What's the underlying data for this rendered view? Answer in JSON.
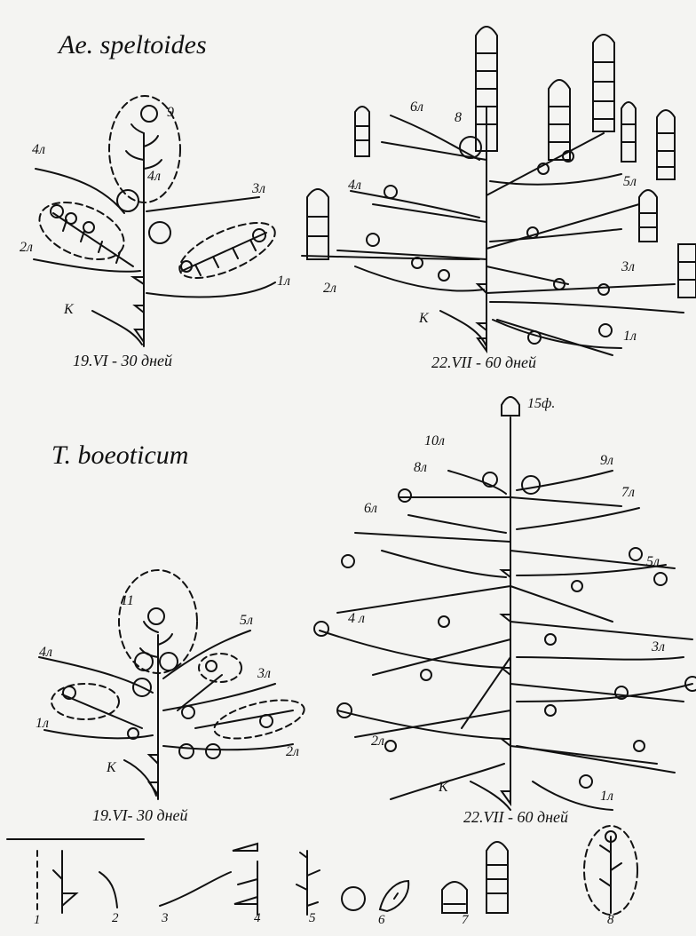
{
  "top": {
    "species": "Ae. speltoides",
    "left": {
      "caption": "19.VI - 30 дней",
      "labels": {
        "apex": "9",
        "l4": "4л",
        "l4b": "4л",
        "l3": "3л",
        "l2": "2л",
        "l1": "1л",
        "k": "К"
      }
    },
    "right": {
      "caption": "22.VII - 60 дней",
      "labels": {
        "apex": "8",
        "l6": "6л",
        "l5": "5л",
        "l4": "4л",
        "l3": "3л",
        "l2": "2л",
        "l1": "1л",
        "k": "К"
      }
    }
  },
  "bottom": {
    "species": "T. boeoticum",
    "left": {
      "caption": "19.VI- 30 дней",
      "labels": {
        "apex": "11",
        "l5": "5л",
        "l4": "4л",
        "l3": "3л",
        "l2": "2л",
        "l1": "1л",
        "k": "К"
      }
    },
    "right": {
      "caption": "22.VII - 60 дней",
      "labels": {
        "apex": "15ф.",
        "l10": "10л",
        "l9": "9л",
        "l8": "8л",
        "l7": "7л",
        "l6": "6л",
        "l5": "5л",
        "l4": "4 л",
        "l3": "3л",
        "l2": "2л",
        "l1": "1л",
        "k": "К"
      }
    }
  },
  "legend": [
    "1",
    "2",
    "3",
    "4",
    "5",
    "6",
    "7",
    "8"
  ]
}
